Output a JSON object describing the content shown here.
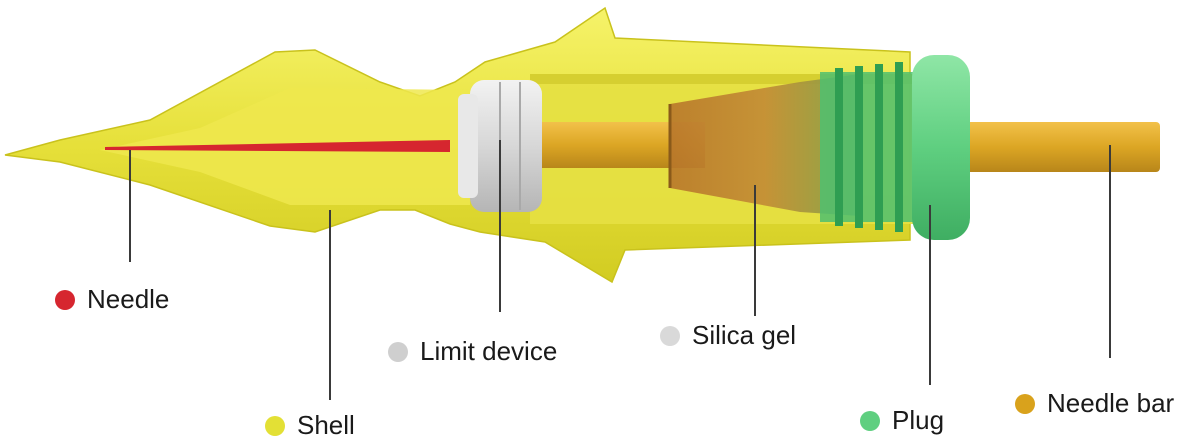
{
  "diagram": {
    "parts": [
      {
        "key": "needle",
        "label": "Needle",
        "icon": "red-dot-icon",
        "color": "#d6262f"
      },
      {
        "key": "shell",
        "label": "Shell",
        "icon": "yellow-dot-icon",
        "color": "#e3e035"
      },
      {
        "key": "limit_device",
        "label": "Limit device",
        "icon": "gray-dot-icon",
        "color": "#cfcfcf"
      },
      {
        "key": "silica_gel",
        "label": "Silica gel",
        "icon": "gray-dot-icon",
        "color": "#d9d9d9"
      },
      {
        "key": "plug",
        "label": "Plug",
        "icon": "green-dot-icon",
        "color": "#5fcf80"
      },
      {
        "key": "needle_bar",
        "label": "Needle bar",
        "icon": "orange-dot-icon",
        "color": "#d9a21c"
      }
    ]
  }
}
